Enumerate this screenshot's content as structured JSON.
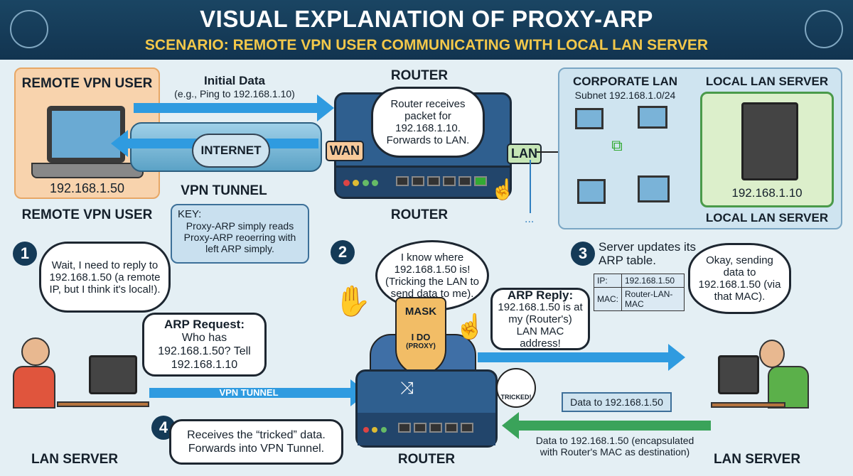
{
  "header": {
    "title": "VISUAL EXPLANATION OF PROXY-ARP",
    "subtitle": "SCENARIO: REMOTE VPN USER COMMUNICATING WITH LOCAL LAN SERVER"
  },
  "remote_user": {
    "title": "REMOTE VPN USER",
    "ip": "192.168.1.50",
    "caption": "REMOTE VPN USER"
  },
  "initial_data": {
    "label": "Initial Data",
    "detail": "(e.g., Ping to 192.168.1.10)"
  },
  "tunnel": {
    "cloud": "INTERNET",
    "label": "VPN TUNNEL"
  },
  "key": {
    "title": "KEY:",
    "text": "Proxy-ARP simply reads Proxy-ARP reoerring with left ARP simply."
  },
  "router_top": {
    "title": "ROUTER",
    "thought": "Router receives packet for 192.168.1.10. Forwards to LAN.",
    "wan": "WAN",
    "lan": "LAN",
    "caption": "ROUTER",
    "dots": "..."
  },
  "corporate": {
    "title": "CORPORATE LAN",
    "subnet": "Subnet 192.168.1.0/24"
  },
  "local_server": {
    "title": "LOCAL LAN SERVER",
    "ip": "192.168.1.10",
    "caption": "LOCAL LAN SERVER"
  },
  "step1": {
    "num": "1",
    "thought": "Wait, I need to reply to 192.168.1.50 (a remote IP, but I think it's local!).",
    "arp_title": "ARP Request:",
    "arp_text": "Who has 192.168.1.50? Tell 192.168.1.10",
    "caption": "LAN SERVER"
  },
  "vpn_arrow": "VPN TUNNEL",
  "step2": {
    "num": "2",
    "speech": "I know where 192.168.1.50 is! (Tricking the LAN to send data to me).",
    "mask": "MASK",
    "mask2": "I DO",
    "mask3": "(PROXY)",
    "tricked": "TRICKED!",
    "caption": "ROUTER"
  },
  "step3": {
    "num": "3",
    "title": "Server updates its ARP table.",
    "table": [
      {
        "k": "IP:",
        "v": "192.168.1.50"
      },
      {
        "k": "MAC:",
        "v": "Router-LAN-MAC"
      }
    ],
    "thought": "Okay, sending data to 192.168.1.50 (via that MAC).",
    "reply_title": "ARP Reply:",
    "reply_text": "192.168.1.50 is at my (Router's) LAN MAC address!",
    "caption": "LAN  SERVER"
  },
  "data_box": "Data to 192.168.1.50",
  "data_caption": "Data to 192.168.1.50 (encapsulated with Router's MAC as destination)",
  "step4": {
    "num": "4",
    "text": "Receives the “tricked” data. Forwards into VPN Tunnel."
  },
  "colors": {
    "navy": "#143a57",
    "accent_yellow": "#f3c84a",
    "arrow_blue": "#2f9be0",
    "arrow_green": "#3aa35a"
  }
}
